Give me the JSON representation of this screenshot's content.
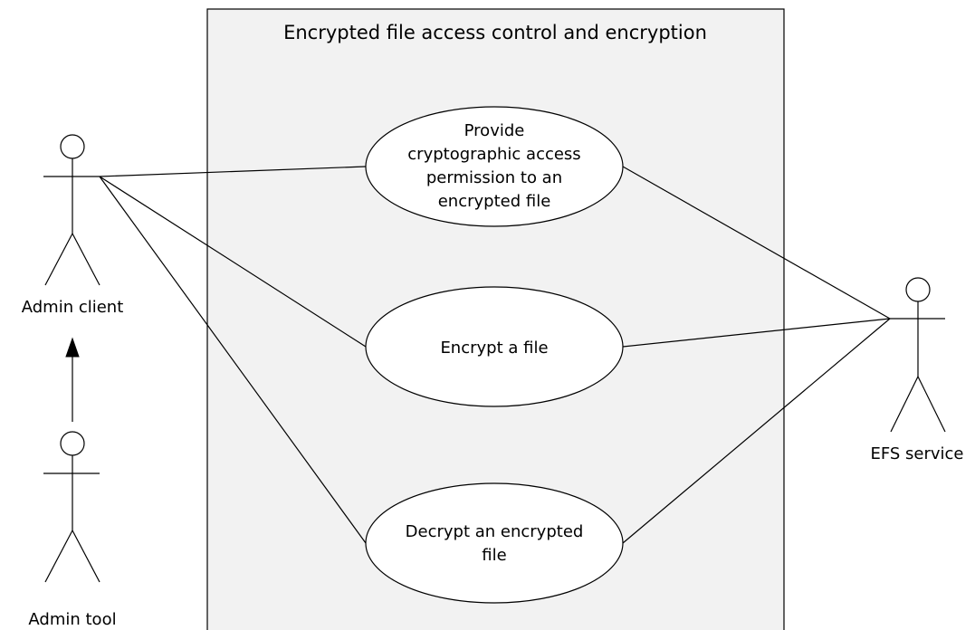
{
  "system": {
    "title": "Encrypted file access control and encryption"
  },
  "actors": {
    "admin_client": "Admin client",
    "admin_tool": "Admin tool",
    "efs_service": "EFS service"
  },
  "use_cases": {
    "provide_access": [
      "Provide",
      "cryptographic access",
      "permission to an",
      "encrypted file"
    ],
    "encrypt_file": [
      "Encrypt a file"
    ],
    "decrypt_file": [
      "Decrypt an encrypted",
      "file"
    ]
  },
  "colors": {
    "system_fill": "#f2f2f2",
    "line": "#000000"
  }
}
